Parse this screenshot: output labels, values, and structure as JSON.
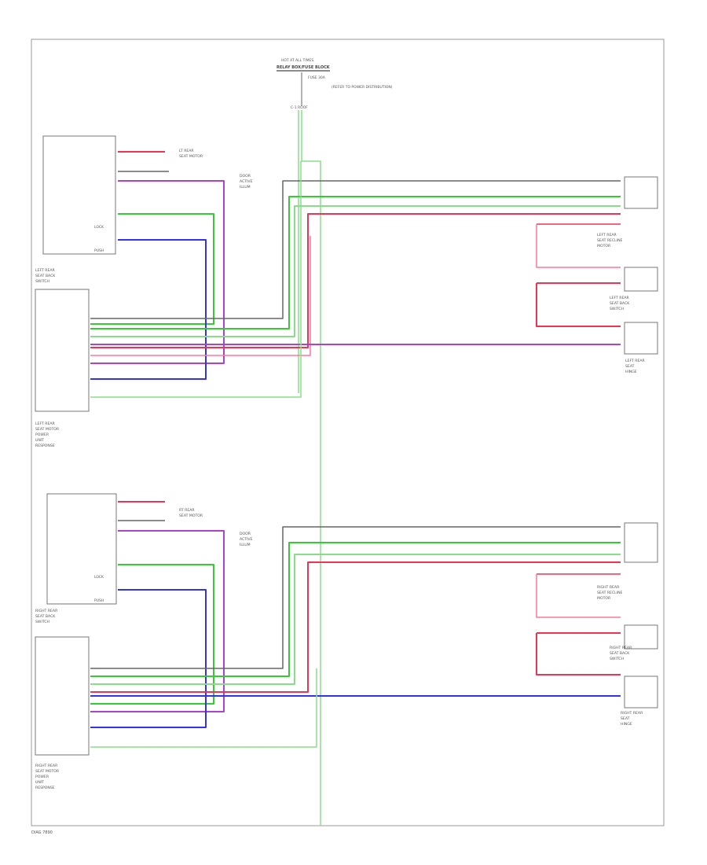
{
  "title": {
    "line1": "HOT AT ALL TIMES",
    "line2": "RELAY BOX/FUSE BLOCK",
    "fuse": "FUSE 30A",
    "ref": "(REFER TO POWER DISTRIBUTION)",
    "pin": "C-1 ROOF"
  },
  "labels": {
    "lt_switch": [
      "LEFT REAR",
      "SEAT BACK",
      "SWITCH"
    ],
    "lt_fuse_note": [
      "LT REAR",
      "SEAT MOTOR"
    ],
    "lt_door_note": [
      "DOOR",
      "ACTIVE",
      "ILLUM"
    ],
    "lt_module": [
      "LEFT REAR",
      "SEAT MOTOR",
      "POWER",
      "UNIT",
      "RESPONSE"
    ],
    "lt_motor": [
      "LEFT REAR",
      "SEAT RECLINE",
      "MOTOR"
    ],
    "lt_motor2": [
      "LEFT REAR",
      "SEAT BACK",
      "SWITCH"
    ],
    "lt_motor3": [
      "LEFT REAR",
      "SEAT",
      "HINGE"
    ],
    "rt_switch": [
      "RIGHT REAR",
      "SEAT BACK",
      "SWITCH"
    ],
    "rt_fuse_note": [
      "RT REAR",
      "SEAT MOTOR"
    ],
    "rt_door_note": [
      "DOOR",
      "ACTIVE",
      "ILLUM"
    ],
    "rt_module": [
      "RIGHT REAR",
      "SEAT MOTOR",
      "POWER",
      "UNIT",
      "RESPONSE"
    ],
    "rt_motor": [
      "RIGHT REAR",
      "SEAT RECLINE",
      "MOTOR"
    ],
    "rt_motor2": [
      "RIGHT REAR",
      "SEAT BACK",
      "SWITCH"
    ],
    "rt_motor3": [
      "RIGHT REAR",
      "SEAT",
      "HINGE"
    ],
    "lock": "LOCK",
    "push": "PUSH",
    "footer": "DIAG 7890"
  },
  "wire_colors": {
    "green": "#33cc33",
    "red": "#ee3355",
    "blue": "#3333ee",
    "purple": "#aa44cc",
    "pink": "#ff7799",
    "lightgreen": "#88dd88",
    "gray": "#666666"
  }
}
